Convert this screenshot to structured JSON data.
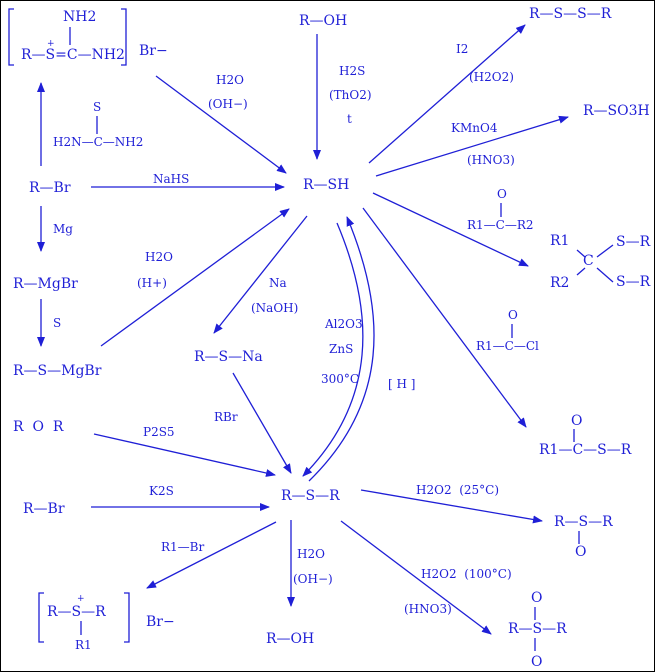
{
  "colors": {
    "ink": "#1f1fd6",
    "frame": "#000000",
    "background": "#ffffff"
  },
  "center_thiol": "R—SH",
  "center_sulfide": "R—S—R",
  "thiol_sources": {
    "isothiouronium_salt": {
      "nh2_top": "NH2",
      "body": "R—S=C—NH2",
      "plus": "+",
      "anion": "Br−"
    },
    "thiourea_condition": {
      "s": "S",
      "formula": "H2N—C—NH2"
    },
    "hydrolysis_1": {
      "line1": "H2O",
      "line2": "(OH−)"
    },
    "alcohol": "R—OH",
    "h2s_condition": {
      "line1": "H2S",
      "line2": "(ThO2)",
      "line3": "t"
    },
    "alkyl_bromide": "R—Br",
    "nahs_condition": "NaHS",
    "mg_condition": "Mg",
    "grignard": "R—MgBr",
    "s_condition": "S",
    "thiolate_mgbr": "R—S—MgBr",
    "hydrolysis_2": {
      "line1": "H2O",
      "line2": "(H+)"
    }
  },
  "thiol_reactions": {
    "disulfide": "R—S—S—R",
    "i2_condition": {
      "line1": "I2",
      "line2": "(H2O2)"
    },
    "sulfonic_acid": "R—SO3H",
    "kmno4_condition": {
      "line1": "KMnO4",
      "line2": "(HNO3)"
    },
    "ketone_reagent": {
      "o": "O",
      "formula": "R1—C—R2"
    },
    "thioketal": {
      "r1": "R1",
      "r2": "R2",
      "c": "C",
      "sr_top": "S—R",
      "sr_bottom": "S—R"
    },
    "acyl_chloride_reagent": {
      "o": "O",
      "formula": "R1—C—Cl"
    },
    "thioester": {
      "o": "O",
      "formula": "R1—C—S—R"
    },
    "na_condition": {
      "line1": "Na",
      "line2": "(NaOH)"
    },
    "sodium_thiolate": "R—S—Na",
    "rbr_condition": "RBr",
    "to_sulfide_condition": {
      "line1": "Al2O3",
      "line2": "ZnS",
      "line3": "300°C"
    },
    "reduction_condition": "[ H ]"
  },
  "sulfide_sources": {
    "ether": "R  O  R",
    "p2s5_condition": "P2S5",
    "alkyl_bromide": "R—Br",
    "k2s_condition": "K2S"
  },
  "sulfide_reactions": {
    "sulfoxide": {
      "formula": "R—S—R",
      "o": "O"
    },
    "h2o2_25_condition": "H2O2  (25°C)",
    "sulfone": {
      "formula": "R—S—R",
      "o": "O"
    },
    "h2o2_100_condition": {
      "line1": "H2O2  (100°C)",
      "line2": "(HNO3)"
    },
    "hydrolysis_3": {
      "line1": "H2O",
      "line2": "(OH−)"
    },
    "alcohol_product": "R—OH",
    "alkylation_condition": "R1—Br",
    "sulfonium_salt": {
      "formula": "R—S—R",
      "plus": "+",
      "r1": "R1",
      "anion": "Br−"
    }
  }
}
